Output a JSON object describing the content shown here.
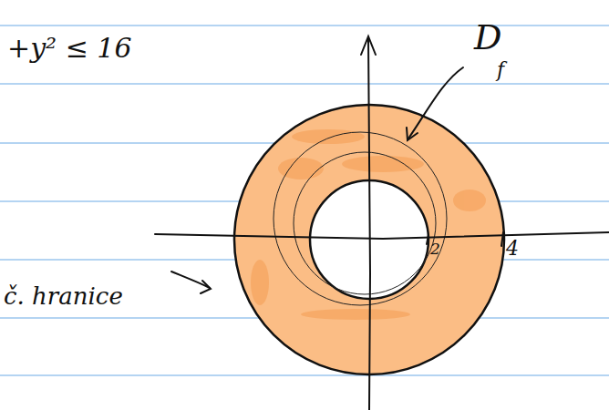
{
  "diagram": {
    "labels": [
      "+y² ≤ 16",
      "D",
      "f",
      "2",
      "4",
      "č. hranice"
    ]
  }
}
